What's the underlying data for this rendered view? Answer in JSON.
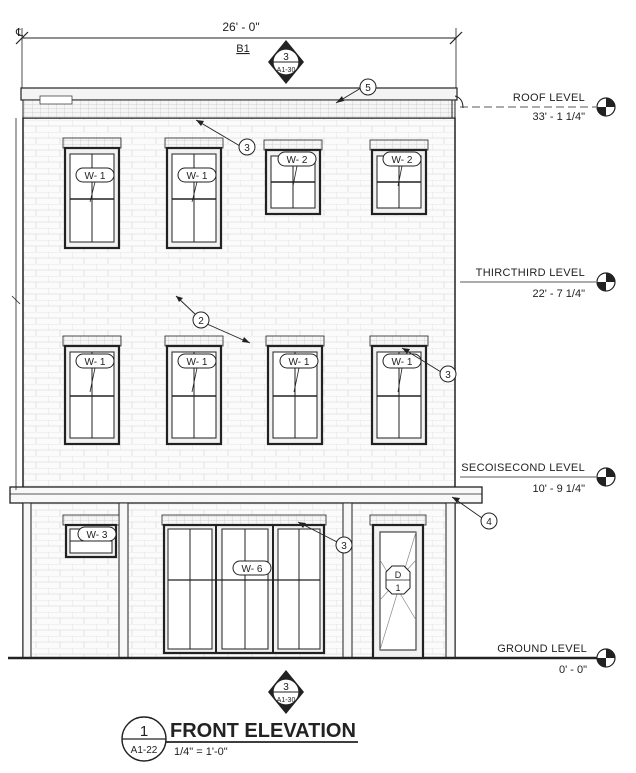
{
  "drawing": {
    "overall_dimension": "26' - 0\"",
    "gridline": "B1",
    "centerline": "℄",
    "section_marker_top": {
      "number": "3",
      "sheet": "A1-30"
    },
    "section_marker_bottom": {
      "number": "3",
      "sheet": "A1-30"
    },
    "levels": [
      {
        "name": "ROOF LEVEL",
        "elevation": "33' - 1 1/4\""
      },
      {
        "name": "THIRCTHIRD LEVEL",
        "elevation": "22' - 7 1/4\""
      },
      {
        "name": "SECOISECOND LEVEL",
        "elevation": "10' - 9 1/4\""
      },
      {
        "name": "GROUND LEVEL",
        "elevation": "0' - 0\""
      }
    ],
    "keynotes": [
      "5",
      "3",
      "2",
      "3",
      "4",
      "3"
    ],
    "window_tags": {
      "third": [
        "W- 1",
        "W- 1",
        "W- 2",
        "W- 2"
      ],
      "second": [
        "W- 1",
        "W- 1",
        "W- 1",
        "W- 1"
      ],
      "ground_small": "W- 3",
      "ground_large": "W- 6"
    },
    "door_tag": {
      "top": "D",
      "bottom": "1"
    },
    "title_block": {
      "number": "1",
      "sheet": "A1-22",
      "title": "FRONT ELEVATION",
      "scale": "1/4\" = 1'-0\""
    }
  },
  "colors": {
    "line": "#222222",
    "brick": "#d3d3d3",
    "background": "#ffffff"
  }
}
